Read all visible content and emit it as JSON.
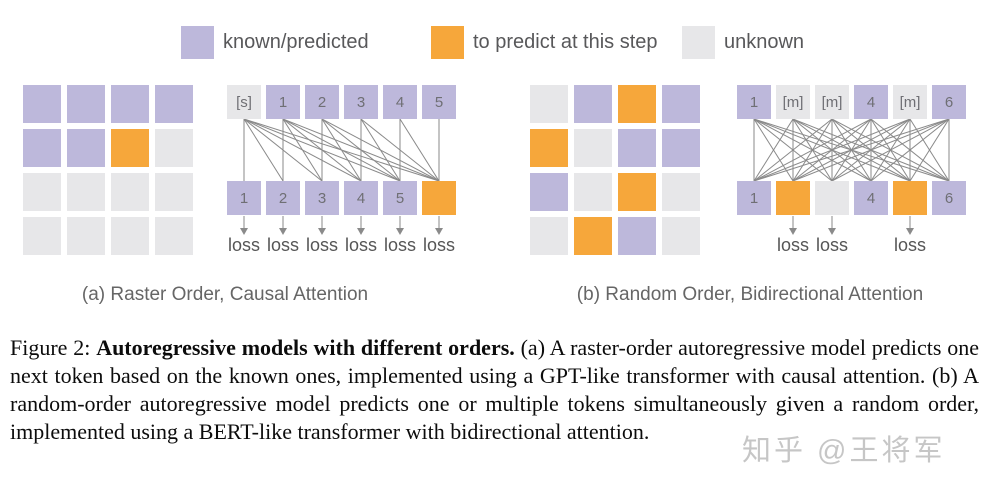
{
  "colors": {
    "known": "#bdb8db",
    "predict": "#f6a73b",
    "unknown": "#e7e7e9",
    "line": "#8a8a8a",
    "label_text": "#58585a"
  },
  "legend": {
    "items": [
      {
        "type": "known",
        "label": "known/predicted"
      },
      {
        "type": "predict",
        "label": "to predict at this step"
      },
      {
        "type": "unknown",
        "label": "unknown"
      }
    ]
  },
  "panel_a": {
    "caption": "(a) Raster Order, Causal Attention",
    "grid": [
      [
        "known",
        "known",
        "known",
        "known"
      ],
      [
        "known",
        "known",
        "predict",
        "unknown"
      ],
      [
        "unknown",
        "unknown",
        "unknown",
        "unknown"
      ],
      [
        "unknown",
        "unknown",
        "unknown",
        "unknown"
      ]
    ],
    "diagram": {
      "attention": "causal",
      "top_tokens": [
        {
          "label": "[s]",
          "type": "unknown"
        },
        {
          "label": "1",
          "type": "known"
        },
        {
          "label": "2",
          "type": "known"
        },
        {
          "label": "3",
          "type": "known"
        },
        {
          "label": "4",
          "type": "known"
        },
        {
          "label": "5",
          "type": "known"
        }
      ],
      "bottom_tokens": [
        {
          "label": "1",
          "type": "known"
        },
        {
          "label": "2",
          "type": "known"
        },
        {
          "label": "3",
          "type": "known"
        },
        {
          "label": "4",
          "type": "known"
        },
        {
          "label": "5",
          "type": "known"
        },
        {
          "label": "",
          "type": "predict"
        }
      ],
      "loss_label": "loss",
      "loss_positions": [
        0,
        1,
        2,
        3,
        4,
        5
      ]
    }
  },
  "panel_b": {
    "caption": "(b) Random Order, Bidirectional Attention",
    "grid": [
      [
        "unknown",
        "known",
        "predict",
        "known"
      ],
      [
        "predict",
        "unknown",
        "known",
        "known"
      ],
      [
        "known",
        "unknown",
        "predict",
        "unknown"
      ],
      [
        "unknown",
        "predict",
        "known",
        "unknown"
      ]
    ],
    "diagram": {
      "attention": "bidirectional",
      "top_tokens": [
        {
          "label": "1",
          "type": "known"
        },
        {
          "label": "[m]",
          "type": "unknown"
        },
        {
          "label": "[m]",
          "type": "unknown"
        },
        {
          "label": "4",
          "type": "known"
        },
        {
          "label": "[m]",
          "type": "unknown"
        },
        {
          "label": "6",
          "type": "known"
        }
      ],
      "bottom_tokens": [
        {
          "label": "1",
          "type": "known"
        },
        {
          "label": "",
          "type": "predict"
        },
        {
          "label": "",
          "type": "unknown"
        },
        {
          "label": "4",
          "type": "known"
        },
        {
          "label": "",
          "type": "predict"
        },
        {
          "label": "6",
          "type": "known"
        }
      ],
      "loss_label": "loss",
      "loss_positions": [
        1,
        2,
        4
      ]
    }
  },
  "caption": {
    "prefix": "Figure 2: ",
    "bold": "Autoregressive models with different orders.",
    "body": " (a) A raster-order autoregressive model predicts one next token based on the known ones, implemented using a GPT-like transformer with causal attention. (b) A random-order autoregressive model predicts one or multiple tokens simultaneously given a random order, implemented using a BERT-like transformer with bidirectional attention."
  },
  "watermark": "知乎 @王将军"
}
